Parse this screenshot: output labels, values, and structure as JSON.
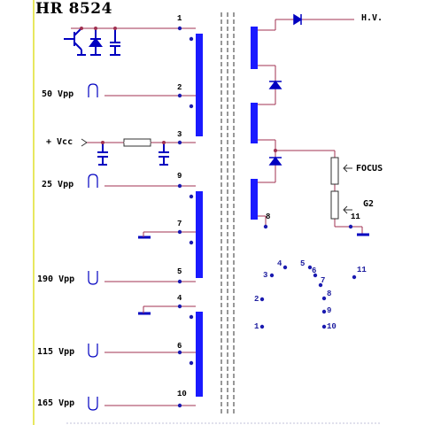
{
  "title": "HR 8524",
  "signals": {
    "vpp50": "50 Vpp",
    "vcc": "+ Vcc",
    "vpp25": "25 Vpp",
    "vpp190": "190 Vpp",
    "vpp115": "115 Vpp",
    "vpp165": "165 Vpp"
  },
  "outputs": {
    "hv": "H.V.",
    "focus": "FOCUS",
    "g2": "G2"
  },
  "primary_pins": [
    "1",
    "2",
    "3",
    "9",
    "7",
    "5",
    "4",
    "6",
    "10"
  ],
  "secondary_pins": [
    "8",
    "11"
  ],
  "socket_pins": [
    "1",
    "2",
    "3",
    "4",
    "5",
    "6",
    "7",
    "8",
    "9",
    "10",
    "11"
  ],
  "colors": {
    "winding": "#1a1aff",
    "wire": "#a03050",
    "dot": "#1a1ab0",
    "component": "#0000c0",
    "core": "#303030",
    "margin_line": "#e8e860"
  }
}
